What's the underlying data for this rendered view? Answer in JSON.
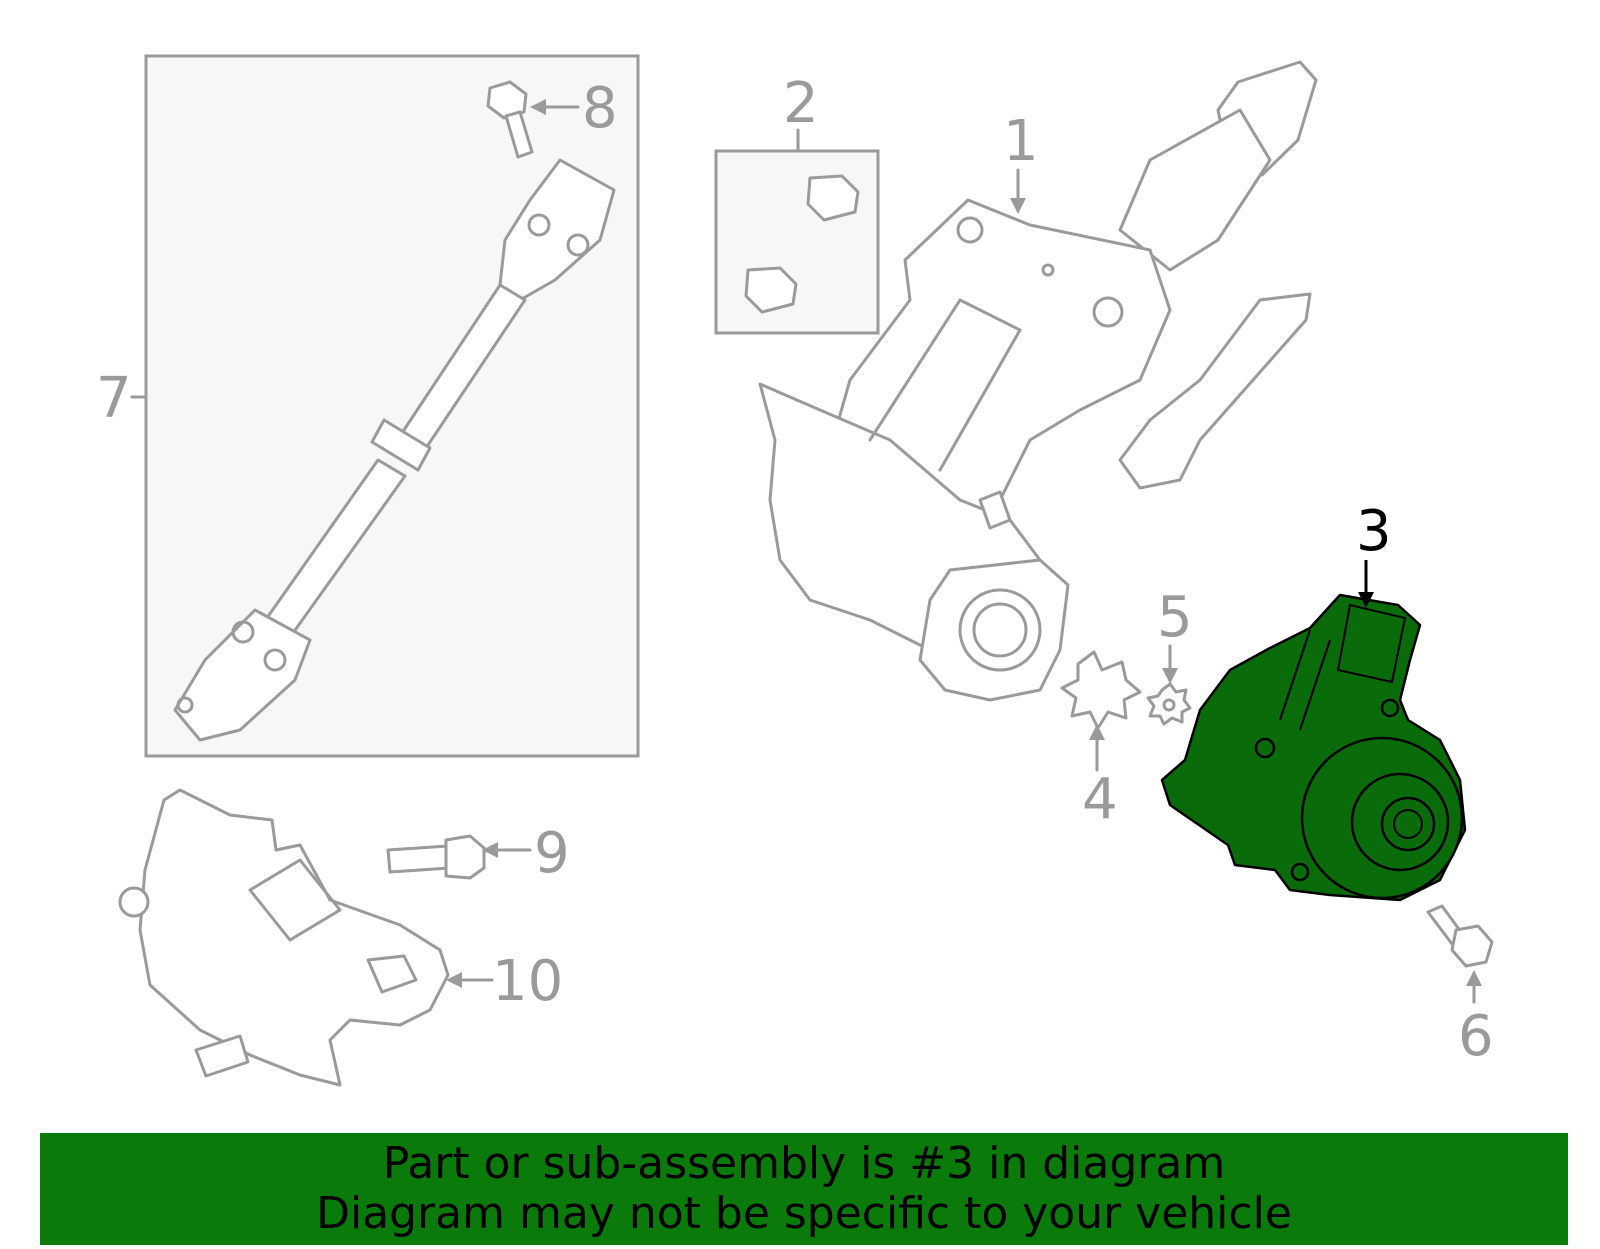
{
  "callouts": {
    "c1": "1",
    "c2": "2",
    "c3": "3",
    "c4": "4",
    "c5": "5",
    "c6": "6",
    "c7": "7",
    "c8": "8",
    "c9": "9",
    "c10": "10"
  },
  "highlighted_part": "3",
  "colors": {
    "highlight": "#0a6b0a",
    "banner": "#0a7a0a",
    "outline": "#9a9a9a",
    "box_fill": "#f7f7f7"
  },
  "banner": {
    "line1": "Part or sub-assembly is #3 in diagram",
    "line2": "Diagram may not be specific to your vehicle"
  }
}
